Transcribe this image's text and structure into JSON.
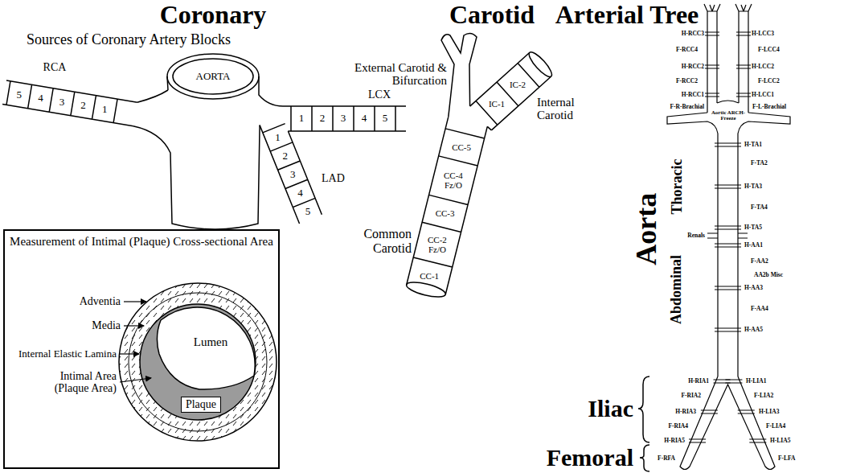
{
  "diagram": {
    "nodes": [
      {
        "text": [
          "AORTA"
        ]
      },
      {
        "text": [
          "Measurement of Intimal (Plaque) Cross-sectional Area"
        ]
      },
      {
        "text": [
          "Plaque"
        ],
        "in": 1
      },
      {
        "text": [
          "IC-2"
        ]
      },
      {
        "text": [
          "IC-1"
        ]
      },
      {
        "text": [
          "CC-5"
        ]
      },
      {
        "text": [
          "CC-4 Fz/O"
        ]
      },
      {
        "text": [
          "CC-3"
        ]
      },
      {
        "text": [
          "CC-2 Fz/O"
        ]
      },
      {
        "text": [
          "CC-1"
        ]
      },
      {
        "text": [
          "Aortic ARCH-Freeze"
        ]
      }
    ],
    "labels": [
      "Coronary",
      "Sources of Coronary Artery Blocks",
      "RCA",
      "5",
      "4",
      "3",
      "2",
      "1",
      "LCX",
      "1",
      "2",
      "3",
      "4",
      "5",
      "LAD",
      "1",
      "2",
      "3",
      "4",
      "5",
      "Adventia",
      "Media",
      "Internal Elastic Lamina",
      "Intimal Area (Plaque Area)",
      "Lumen",
      "Carotid",
      "External Carotid & Bifurcation",
      "Internal Carotid",
      "Common Carotid",
      "Arterial Tree",
      "H-RCC3",
      "H-LCC3",
      "F-RCC4",
      "F-LCC4",
      "H-RCC2",
      "H-LCC2",
      "F-RCC2",
      "F-LCC2",
      "H-RCC1",
      "H-LCC1",
      "F-R-Brachial",
      "F-L-Brachial",
      "H-TA1",
      "F-TA2",
      "H-TA3",
      "F-TA4",
      "H-TA5",
      "Renals",
      "H-AA1",
      "F-AA2",
      "AA2b Misc",
      "H-AA3",
      "F-AA4",
      "H-AA5",
      "H-RIA1",
      "H-LIA1",
      "F-RIA2",
      "F-LIA2",
      "H-RIA3",
      "H-LIA3",
      "F-RIA4",
      "F-LIA4",
      "H-RIA5",
      "H-LIA5",
      "F-RFA",
      "F-LFA",
      "Aorta",
      "Thoracic",
      "Abdominal",
      "Iliac",
      "Femoral"
    ]
  }
}
